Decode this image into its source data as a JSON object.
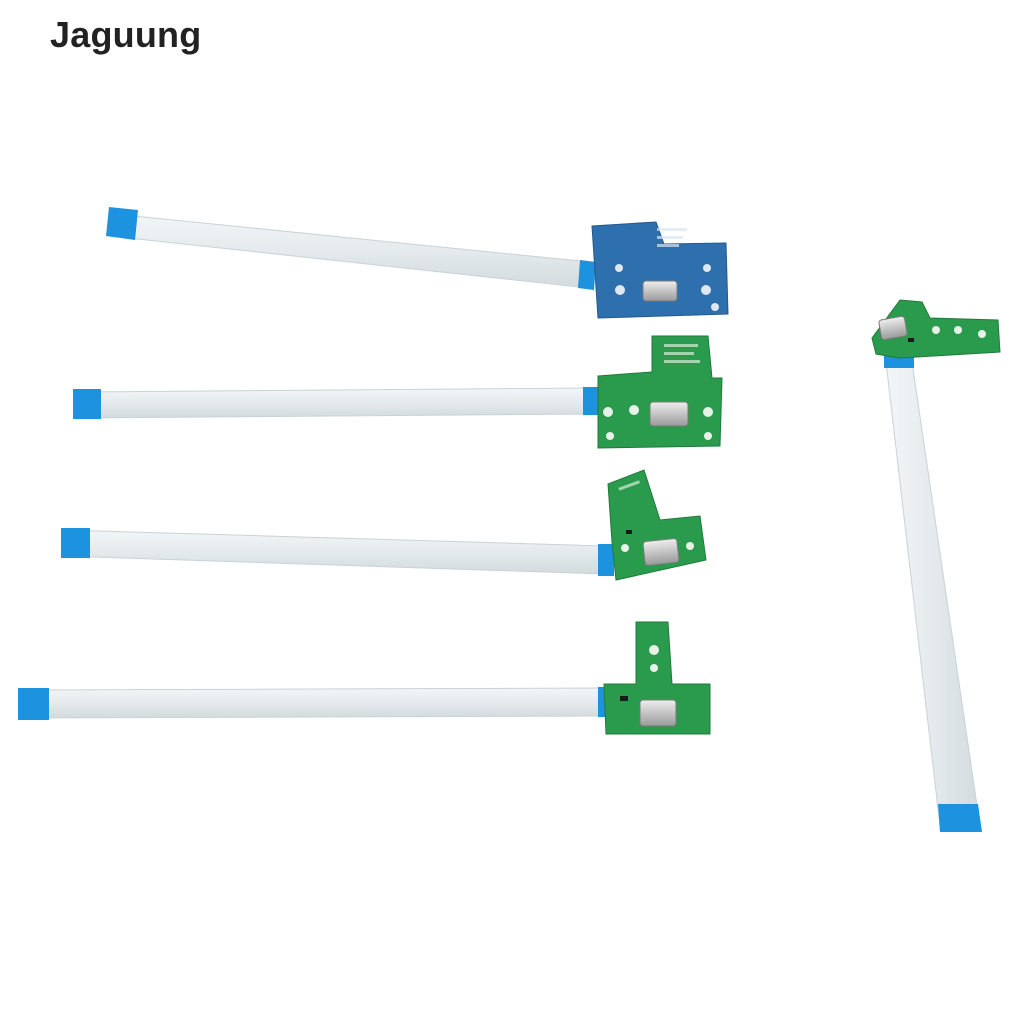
{
  "brand": {
    "logo_text": "Jaguung"
  },
  "product": {
    "subject": "ps4-charging-port-boards-with-ribbon-cables",
    "item_count": 5
  },
  "colors": {
    "background": "#ffffff",
    "cable": "#e9eef0",
    "cable_edge": "#c9d2d6",
    "connector_tab": "#1d93e0",
    "pcb_blue": "#2e6fae",
    "pcb_green": "#2a9b4d",
    "usb_port": "#c9c9c9"
  }
}
